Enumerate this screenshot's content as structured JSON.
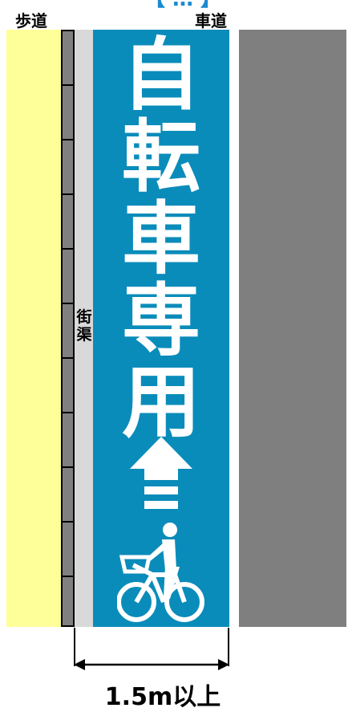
{
  "header": {
    "banner": "【 … 】",
    "sidewalk_label": "歩道",
    "roadway_label": "車道"
  },
  "lane": {
    "chars": [
      "自",
      "転",
      "車",
      "専",
      "用"
    ]
  },
  "gutter": {
    "chars": [
      "街",
      "渠"
    ]
  },
  "dimension": {
    "label": "1.5m以上"
  },
  "colors": {
    "sidewalk": "#ffff99",
    "curb": "#808080",
    "gutter": "#d9d9d9",
    "bike_lane": "#0a8cba",
    "roadway": "#7f7f7f",
    "marking": "#ffffff"
  }
}
